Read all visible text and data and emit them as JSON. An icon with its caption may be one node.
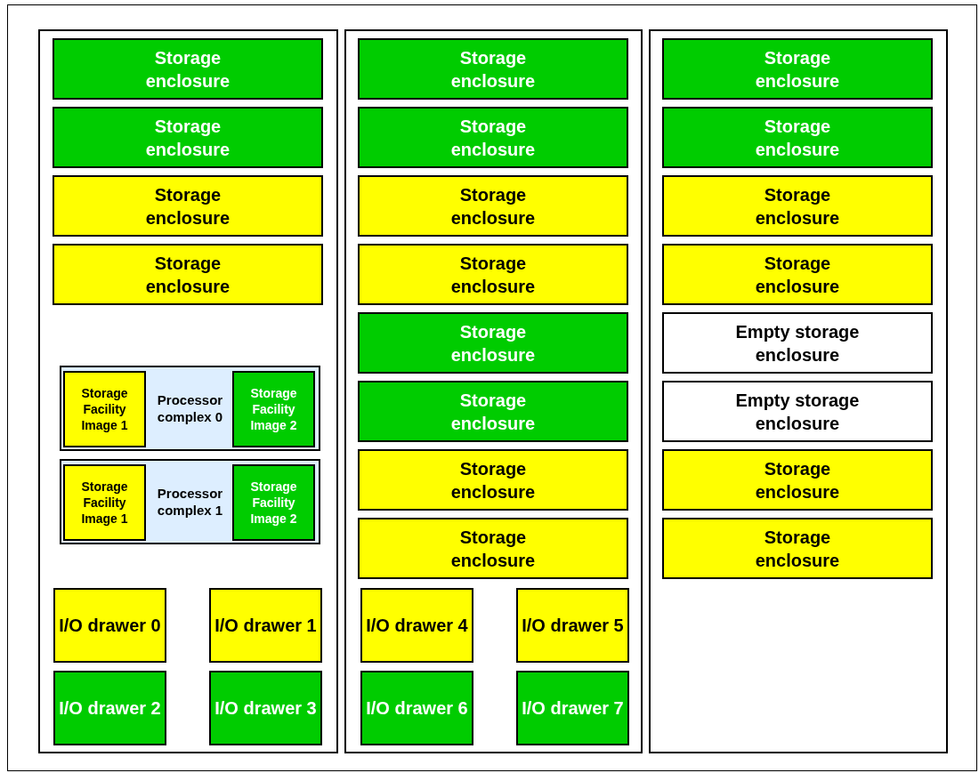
{
  "diagram": {
    "nodes": [
      {
        "text": [],
        "shape": "box"
      },
      {
        "text": [
          "Storage enclosure"
        ],
        "in": 0
      },
      {
        "text": [
          "Storage enclosure"
        ],
        "in": 0
      },
      {
        "text": [
          "Storage enclosure"
        ],
        "in": 0
      },
      {
        "text": [
          "Storage enclosure"
        ],
        "in": 0
      },
      {
        "text": [
          "Processor complex 0"
        ],
        "in": 0
      },
      {
        "text": [
          "Storage Facility Image 1"
        ],
        "in": 5
      },
      {
        "text": [
          "Storage Facility Image 2"
        ],
        "in": 5
      },
      {
        "text": [
          "Processor complex 1"
        ],
        "in": 0
      },
      {
        "text": [
          "Storage Facility Image 1"
        ],
        "in": 8
      },
      {
        "text": [
          "Storage Facility Image 2"
        ],
        "in": 8
      },
      {
        "text": [
          "I/O drawer 0"
        ],
        "in": 0
      },
      {
        "text": [
          "I/O drawer 1"
        ],
        "in": 0
      },
      {
        "text": [
          "I/O drawer 2"
        ],
        "in": 0
      },
      {
        "text": [
          "I/O drawer 3"
        ],
        "in": 0
      },
      {
        "text": [],
        "shape": "box"
      },
      {
        "text": [
          "Storage enclosure"
        ],
        "in": 15
      },
      {
        "text": [
          "Storage enclosure"
        ],
        "in": 15
      },
      {
        "text": [
          "Storage enclosure"
        ],
        "in": 15
      },
      {
        "text": [
          "Storage enclosure"
        ],
        "in": 15
      },
      {
        "text": [
          "Storage enclosure"
        ],
        "in": 15
      },
      {
        "text": [
          "Storage enclosure"
        ],
        "in": 15
      },
      {
        "text": [
          "Storage enclosure"
        ],
        "in": 15
      },
      {
        "text": [
          "Storage enclosure"
        ],
        "in": 15
      },
      {
        "text": [
          "I/O drawer 4"
        ],
        "in": 15
      },
      {
        "text": [
          "I/O drawer 5"
        ],
        "in": 15
      },
      {
        "text": [
          "I/O drawer 6"
        ],
        "in": 15
      },
      {
        "text": [
          "I/O drawer 7"
        ],
        "in": 15
      },
      {
        "text": [],
        "shape": "box"
      },
      {
        "text": [
          "Storage enclosure"
        ],
        "in": 28
      },
      {
        "text": [
          "Storage enclosure"
        ],
        "in": 28
      },
      {
        "text": [
          "Storage enclosure"
        ],
        "in": 28
      },
      {
        "text": [
          "Storage enclosure"
        ],
        "in": 28
      },
      {
        "text": [
          "Empty storage enclosure"
        ],
        "in": 28
      },
      {
        "text": [
          "Empty storage enclosure"
        ],
        "in": 28
      },
      {
        "text": [
          "Storage enclosure"
        ],
        "in": 28
      },
      {
        "text": [
          "Storage enclosure"
        ],
        "in": 28
      }
    ]
  }
}
